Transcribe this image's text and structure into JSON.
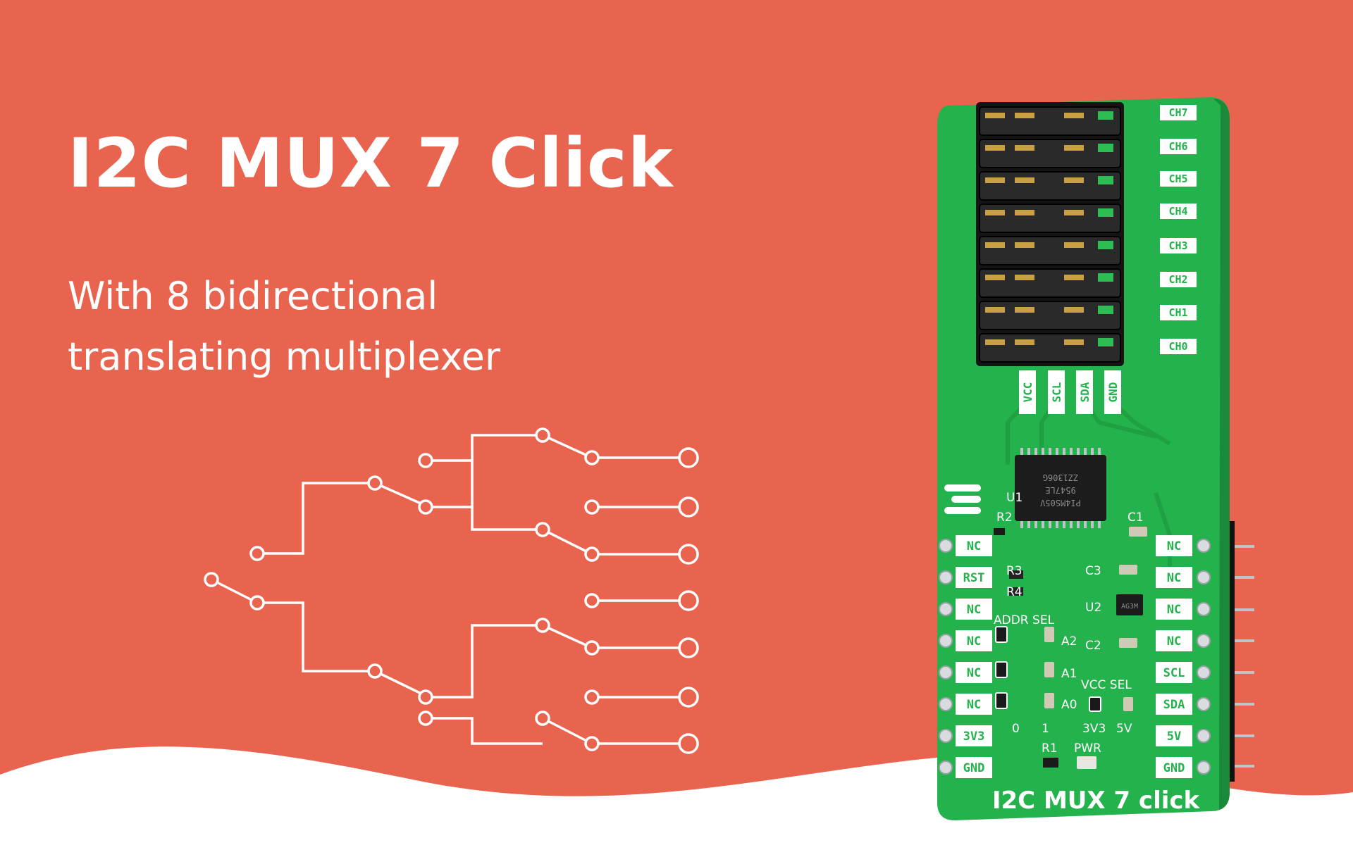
{
  "colors": {
    "background": "#e8644f",
    "text": "#ffffff",
    "board_green": "#23b24b",
    "silk": "#ffffff"
  },
  "headline": {
    "title": "I2C MUX 7 Click",
    "subtitle_line1": "With 8 bidirectional",
    "subtitle_line2": "translating multiplexer"
  },
  "board": {
    "name": "I2C MUX 7 click",
    "channel_labels": [
      "CH7",
      "CH6",
      "CH5",
      "CH4",
      "CH3",
      "CH2",
      "CH1",
      "CH0"
    ],
    "header_labels": [
      "VCC",
      "SCL",
      "SDA",
      "GND"
    ],
    "left_pins": [
      "NC",
      "RST",
      "NC",
      "NC",
      "NC",
      "NC",
      "3V3",
      "GND"
    ],
    "right_pins": [
      "NC",
      "NC",
      "NC",
      "NC",
      "SCL",
      "SDA",
      "5V",
      "GND"
    ],
    "components": {
      "u1": "U1",
      "u2": "U2",
      "r1": "R1",
      "r2": "R2",
      "r3": "R3",
      "r4": "R4",
      "c1": "C1",
      "c2": "C2",
      "c3": "C3",
      "pwr": "PWR"
    },
    "addr_sel": {
      "title": "ADDR SEL",
      "a2": "A2",
      "a1": "A1",
      "a0": "A0",
      "opt0": "0",
      "opt1": "1"
    },
    "vcc_sel": {
      "title": "VCC SEL",
      "opt_3v3": "3V3",
      "opt_5v": "5V"
    },
    "chip_u1": [
      "PI4MS05V",
      "9547LE",
      "ZZ1306G"
    ],
    "chip_u2": "AG3M"
  }
}
